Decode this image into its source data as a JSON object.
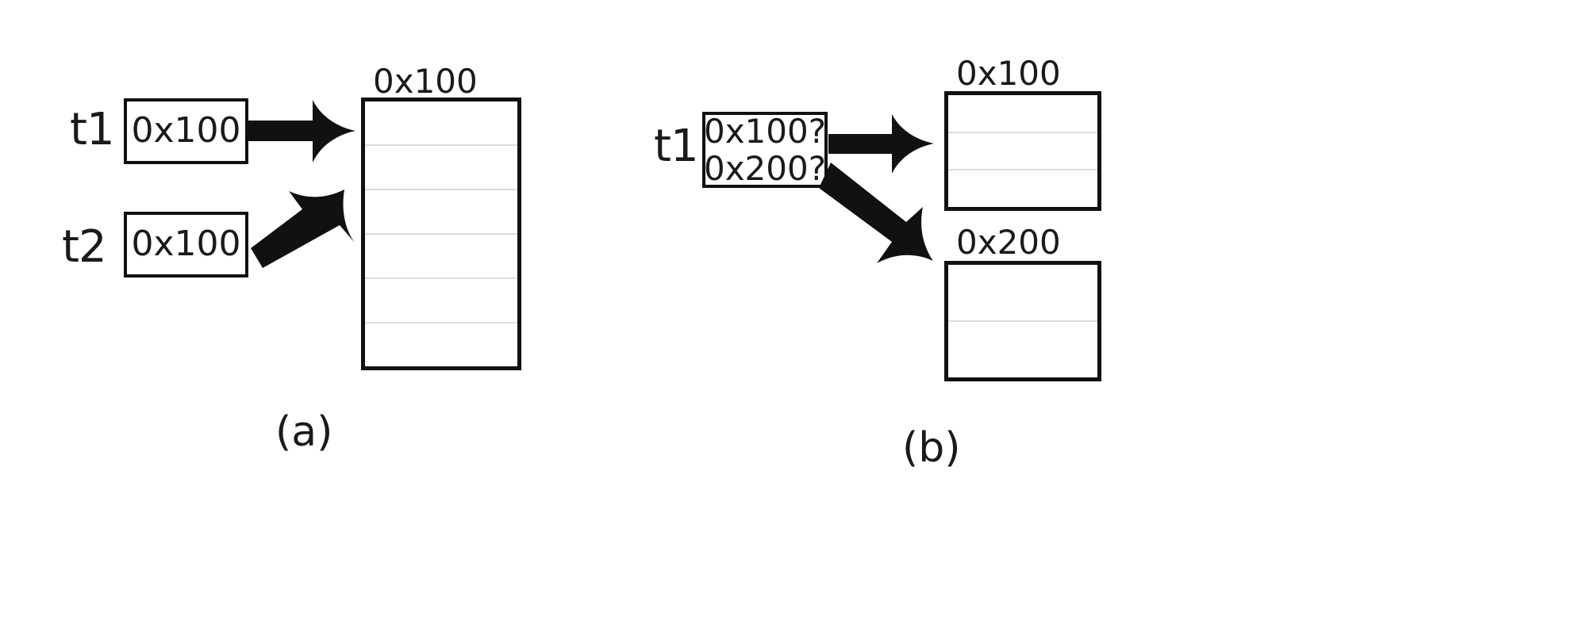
{
  "figure": {
    "title": "Thread pointer aliasing diagram",
    "ink_color": "#111111",
    "divider_color": "#dcdcdc",
    "background": "#ffffff"
  },
  "panels": [
    {
      "id": "a",
      "caption": "(a)",
      "threads": [
        {
          "name": "t1",
          "value": "0x100"
        },
        {
          "name": "t2",
          "value": "0x100"
        }
      ],
      "memory_blocks": [
        {
          "label": "0x100",
          "rows": 6
        }
      ],
      "arrows": [
        {
          "from": "t1",
          "to": "0x100",
          "style": "straight"
        },
        {
          "from": "t2",
          "to": "0x100",
          "style": "diagonal-up"
        }
      ]
    },
    {
      "id": "b",
      "caption": "(b)",
      "threads": [
        {
          "name": "t1",
          "value_lines": [
            "0x100?",
            "0x200?"
          ]
        }
      ],
      "memory_blocks": [
        {
          "label": "0x100",
          "rows": 3
        },
        {
          "label": "0x200",
          "rows": 2
        }
      ],
      "arrows": [
        {
          "from": "t1",
          "to": "0x100",
          "style": "straight"
        },
        {
          "from": "t1",
          "to": "0x200",
          "style": "diagonal-down"
        }
      ]
    }
  ]
}
